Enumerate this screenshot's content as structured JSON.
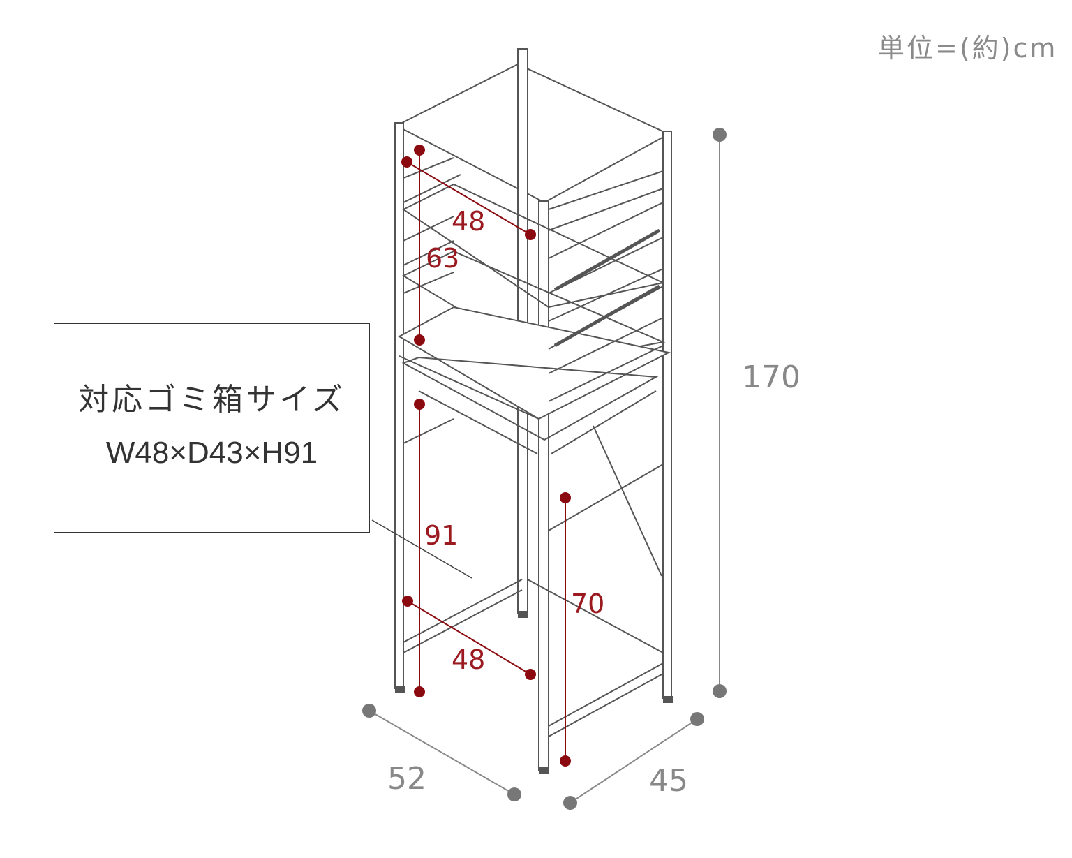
{
  "unit_label": "単位=(約)cm",
  "dimensions": {
    "total_height": "170",
    "width": "52",
    "depth": "45",
    "upper_shelf_width": "48",
    "upper_shelf_height": "63",
    "lower_space_width": "48",
    "lower_space_height_left": "91",
    "lower_space_height_right": "70"
  },
  "callout": {
    "title": "対応ゴミ箱サイズ",
    "size": "W48×D43×H91"
  },
  "colors": {
    "line": "#555555",
    "gray_marker": "#777777",
    "red_marker": "#8b0a0f"
  }
}
